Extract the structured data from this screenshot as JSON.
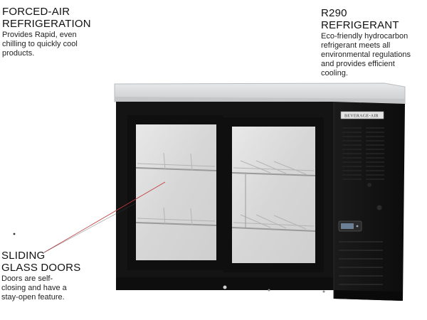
{
  "callouts": {
    "forced_air": {
      "title": "FORCED-AIR\nREFRIGERATION",
      "body": "Provides Rapid, even\nchilling to quickly cool\nproducts."
    },
    "refrigerant": {
      "title": "R290 REFRIGERANT",
      "body": "Eco-friendly hydrocarbon\nrefrigerant  meets all\nenvironmental regulations\nand provides efficient\ncooling."
    },
    "sliding_doors": {
      "title": "SLIDING\nGLASS DOORS",
      "body": "Doors are self-\nclosing and have a\nstay-open feature."
    }
  },
  "product": {
    "brand_logo": "BEVERAGE-AIR",
    "display_icon": "digital-temperature-display-icon"
  },
  "colors": {
    "cabinet": "#121212",
    "countertop": "#d9dbdc",
    "glass": "#dcdcdc",
    "pointer_line": "#c23a3a",
    "text": "#111111"
  }
}
